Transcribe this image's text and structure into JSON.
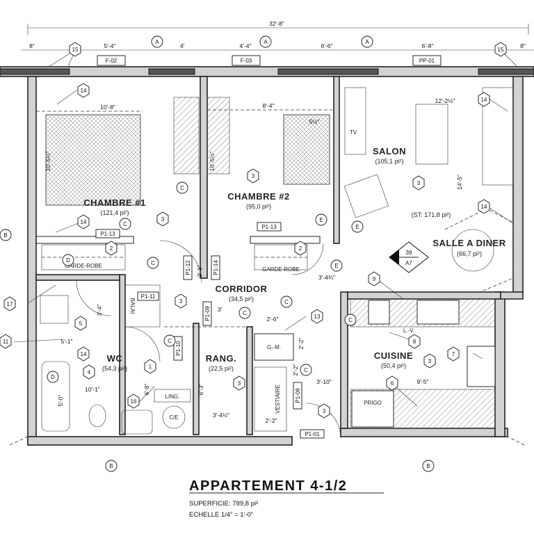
{
  "title": {
    "heading": "APPARTEMENT 4-1/2",
    "area_line": "SUPERFICIE: 789,8 pi²",
    "scale_line": "ECHELLE 1/4\" = 1'-0\""
  },
  "rooms": {
    "chambre1": {
      "name": "CHAMBRE #1",
      "area": "(121,4 pi²)"
    },
    "chambre2": {
      "name": "CHAMBRE #2",
      "area": "(95,0 pi²)"
    },
    "salon": {
      "name": "SALON",
      "area": "(105,1 pi²)",
      "st": "(ST: 171,8 pi²)"
    },
    "salle_a_diner": {
      "name": "SALLE A DINER",
      "area": "(66,7 pi²)"
    },
    "corridor": {
      "name": "CORRIDOR",
      "area": "(34,5 pi²)"
    },
    "cuisine": {
      "name": "CUISINE",
      "area": "(50,4 pi²)"
    },
    "wc": {
      "name": "WC",
      "area": "(54,3 pi²)"
    },
    "rang": {
      "name": "RANG.",
      "area": "(22,5 pi²)"
    }
  },
  "labels": {
    "garde_robe_1": "GARDE-ROBE",
    "garde_robe_2": "GARDE-ROBE",
    "balai": "BALAI",
    "vestiaire": "VESTIAIRE",
    "gm": "G.-M.",
    "ling": "LING.",
    "ce": "C/E",
    "frigo": "PRIGO",
    "lv": "L.-V.",
    "tv": "TV"
  },
  "dimensions": {
    "overall": "32'-8\"",
    "top_1": "5'-4\"",
    "top_2": "4'",
    "top_3": "4'-4\"",
    "top_4": "6'-6\"",
    "top_5": "6'-8\"",
    "top_left": "8\"",
    "top_right": "8\"",
    "chambre1_width": "10'-8\"",
    "chambre2_width": "8'-4\"",
    "salon_width": "12'-2½\"",
    "chambre1_depth": "10'-5½\"",
    "chambre2_depth": "10'-5½\"",
    "salon_depth": "14'-5\"",
    "wc_width": "10'-1\"",
    "cuisine_width": "9'-5\"",
    "gm_width": "2'-6\"",
    "vest_width": "2'-2\"",
    "rang_width": "3'-4½\"",
    "kitchen_door": "3'-10\"",
    "corridor_dim": "3'-4¾\"",
    "wc_door": "5'-1\"",
    "tub_len": "5'-0\"",
    "wc_small": "3'-4\"",
    "ling_h": "6'-8\"",
    "rang_h": "6'-3\"",
    "misc1": "2'-2\"",
    "misc2": "2'-2\"",
    "misc3": "5½\"",
    "misc4": "2'-1\"",
    "misc5": "3'"
  },
  "panel_tags": {
    "f02": "F-02",
    "f03": "F-03",
    "pp01": "PP-01",
    "p13a": "P1-13",
    "p13b": "P1-13",
    "p11": "P1-11",
    "p12": "P1-12",
    "p14": "P1-14",
    "p09": "P1-09",
    "p10": "P1-10",
    "p08": "P1-08",
    "p01": "P1-01"
  },
  "hex_tags": {
    "h15a": "15",
    "h15b": "15",
    "h14a": "14",
    "h14b": "14",
    "h14c": "14",
    "h14d": "14",
    "h14e": "14",
    "h3a": "3",
    "h3b": "3",
    "h3c": "3",
    "h3d": "3",
    "h3e": "3",
    "h3f": "3",
    "h3g": "3",
    "h2a": "2",
    "h2b": "2",
    "h1": "1",
    "h4": "4",
    "h5": "5",
    "h6": "6",
    "h7": "7",
    "h8": "8",
    "h9": "9",
    "h11": "11",
    "h13": "13",
    "h16": "16",
    "h17": "17"
  },
  "circle_tags": {
    "a1": "A",
    "a2": "A",
    "a3": "A",
    "b1": "B",
    "b2": "B",
    "b3": "B",
    "c1": "C",
    "c2": "C",
    "c3": "C",
    "c4": "C",
    "c5": "C",
    "c6": "C",
    "c7": "C",
    "c8": "C",
    "d1": "D",
    "d2": "D",
    "e1": "E",
    "e2": "E",
    "e3": "E"
  },
  "section_marker": {
    "top": "39",
    "bottom": "A7"
  }
}
